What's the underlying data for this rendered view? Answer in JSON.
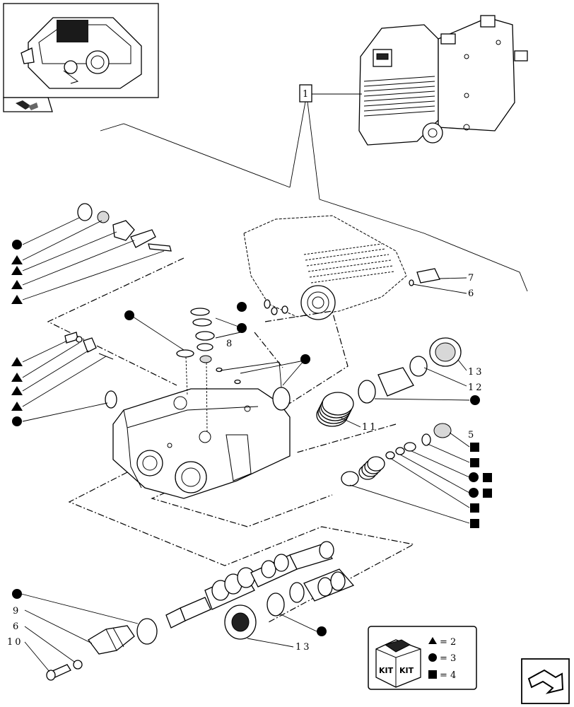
{
  "callouts": {
    "c1": "1",
    "c5": "5",
    "c6a": "6",
    "c6b": "6",
    "c7": "7",
    "c8": "8",
    "c9": "9",
    "c10": "10",
    "c11": "11",
    "c12": "12",
    "c13a": "13",
    "c13b": "13"
  },
  "kit_legend": {
    "kit_word": "KIT",
    "triangle_value": "= 2",
    "circle_value": "= 3",
    "square_value": "= 4"
  },
  "icons": {
    "nav_thumbnail": "book-open-icon",
    "next_page": "arrow-next-icon"
  }
}
